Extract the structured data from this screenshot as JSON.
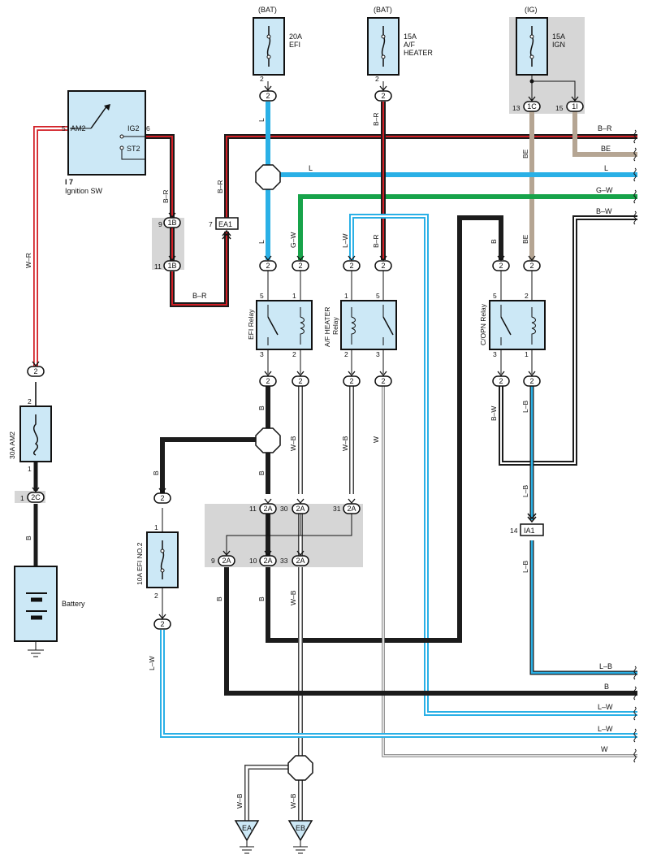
{
  "power_sources": {
    "bat_left": "(BAT)",
    "bat_mid": "(BAT)",
    "ig": "(IG)"
  },
  "fuses": {
    "efi": {
      "rating": "20A",
      "name": "EFI",
      "pin": "2",
      "conn": "2"
    },
    "af_heater": {
      "rating": "15A",
      "name_1": "A/F",
      "name_2": "HEATER",
      "pin": "2",
      "conn": "2"
    },
    "ign": {
      "rating": "15A",
      "name": "IGN",
      "pin_left": "13",
      "conn_left": "1C",
      "pin_right": "15",
      "conn_right": "1I"
    },
    "am2": {
      "label": "30A AM2",
      "pin_top": "2",
      "pin_bottom": "1",
      "conn_top": "2"
    },
    "efi_no2": {
      "label": "10A EFI NO.2",
      "pin_top": "1",
      "pin_bottom": "2",
      "conn_top": "2",
      "conn_bottom": "2"
    }
  },
  "ignition_switch": {
    "id": "I 7",
    "name": "Ignition SW",
    "am2_pin": "5",
    "am2_label": "AM2",
    "ig2_pin": "6",
    "ig2_label": "IG2",
    "st2_label": "ST2"
  },
  "battery": {
    "label": "Battery",
    "conn_pin": "1",
    "conn": "2C"
  },
  "junctions": {
    "1b_top_pin": "9",
    "1b_top": "1B",
    "1b_bot_pin": "11",
    "1b_bot": "1B",
    "ea1_pin": "7",
    "ea1": "EA1",
    "ia1_pin": "14",
    "ia1": "IA1"
  },
  "relays": {
    "efi": {
      "name": "EFI Relay",
      "p5": "5",
      "p1": "1",
      "p3": "3",
      "p2": "2"
    },
    "af_heater": {
      "name_1": "A/F HEATER",
      "name_2": "Relay",
      "p1": "1",
      "p5": "5",
      "p2": "2",
      "p3": "3"
    },
    "copn": {
      "name": "C/OPN Relay",
      "p5": "5",
      "p2": "2",
      "p3": "3",
      "p1": "1"
    }
  },
  "connector_pin": "2",
  "block_2a": {
    "top": [
      {
        "pin": "11",
        "conn": "2A"
      },
      {
        "pin": "30",
        "conn": "2A"
      },
      {
        "pin": "31",
        "conn": "2A"
      }
    ],
    "bottom": [
      {
        "pin": "9",
        "conn": "2A"
      },
      {
        "pin": "10",
        "conn": "2A"
      },
      {
        "pin": "33",
        "conn": "2A"
      }
    ]
  },
  "grounds": {
    "ea": "EA",
    "eb": "EB"
  },
  "wire_labels": {
    "w_r": "W–R",
    "b_r": "B–R",
    "l": "L",
    "g_w": "G–W",
    "l_w": "L–W",
    "be": "BE",
    "b": "B",
    "w_b": "W–B",
    "w": "W",
    "b_w": "B–W",
    "l_b": "L–B"
  },
  "right_edge": [
    "B–R",
    "BE",
    "L",
    "G–W",
    "B–W",
    "L–B",
    "B",
    "L–W",
    "L–W",
    "W"
  ],
  "colors": {
    "black": "#1c1c1c",
    "red": "#d21f26",
    "blue": "#2ab0e6",
    "green": "#17a34a",
    "tan": "#b5a593",
    "gray_block": "#d6d6d6",
    "component_fill": "#cce8f6"
  }
}
